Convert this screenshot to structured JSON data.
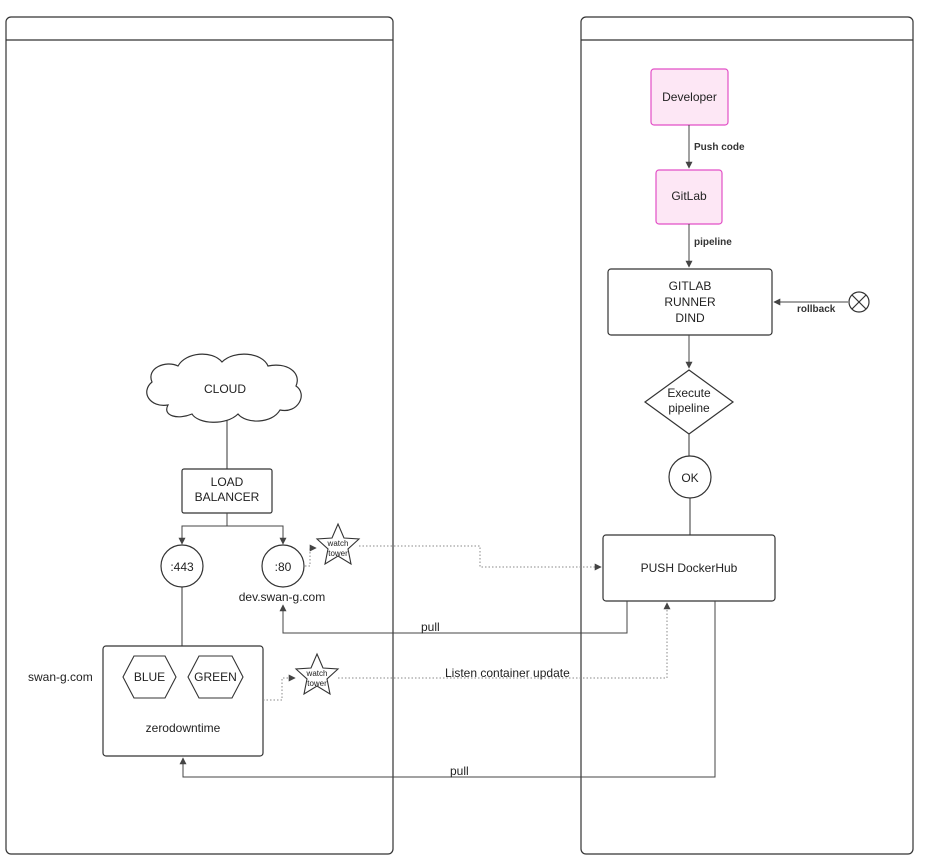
{
  "nodes": {
    "developer": "Developer",
    "gitlab": "GitLab",
    "runner_lines": [
      "GITLAB",
      "RUNNER",
      "DIND"
    ],
    "execute_lines": [
      "Execute",
      "pipeline"
    ],
    "ok": "OK",
    "push_dockerhub": "PUSH DockerHub",
    "cloud": "CLOUD",
    "load_balancer_lines": [
      "LOAD",
      "BALANCER"
    ],
    "port_443": ":443",
    "port_80": ":80",
    "dev_domain": "dev.swan-g.com",
    "prod_domain": "swan-g.com",
    "blue": "BLUE",
    "green": "GREEN",
    "zerodowntime": "zerodowntime",
    "watchtower_lines": [
      "watch",
      "tower"
    ]
  },
  "edges": {
    "push_code": "Push code",
    "pipeline": "pipeline",
    "rollback": "rollback",
    "pull_dev": "pull",
    "listen_update": "Listen container update",
    "pull_prod": "pull"
  },
  "colors": {
    "stroke": "#333333",
    "pink_fill": "#fde7f5",
    "pink_stroke": "#e24fc6",
    "dotted": "#888888"
  }
}
